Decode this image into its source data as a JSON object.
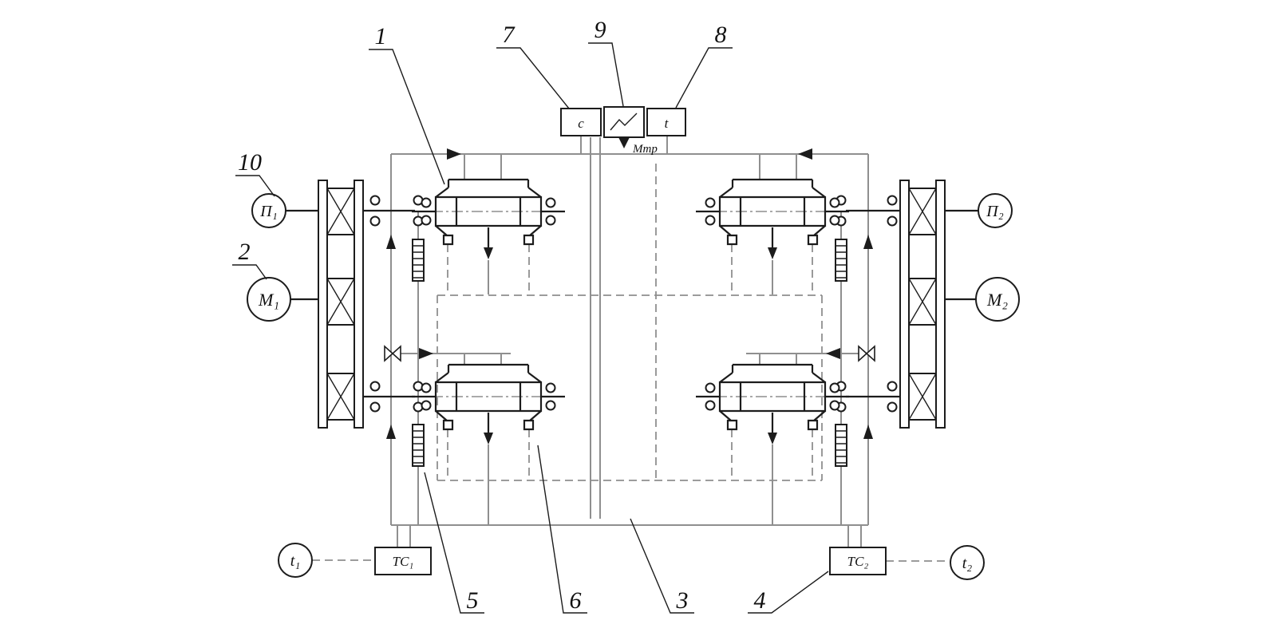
{
  "callouts": {
    "c1": "1",
    "c2": "2",
    "c3": "3",
    "c4": "4",
    "c5": "5",
    "c6": "6",
    "c7": "7",
    "c8": "8",
    "c9": "9",
    "c10": "10"
  },
  "nodes": {
    "speed_left": "П₁",
    "motor_left": "M₁",
    "speed_right": "П₂",
    "motor_right": "M₂",
    "temp_left": "t₁",
    "temp_right": "t₂",
    "heat_station_left": "ТС₁",
    "heat_station_right": "ТС₂"
  },
  "instruments": {
    "speed_box": "c",
    "temp_box": "t",
    "torque_label": "Mтр"
  },
  "colors": {
    "ink": "#1c1c1c",
    "pipe": "#8f8f8f",
    "paper": "#ffffff"
  }
}
